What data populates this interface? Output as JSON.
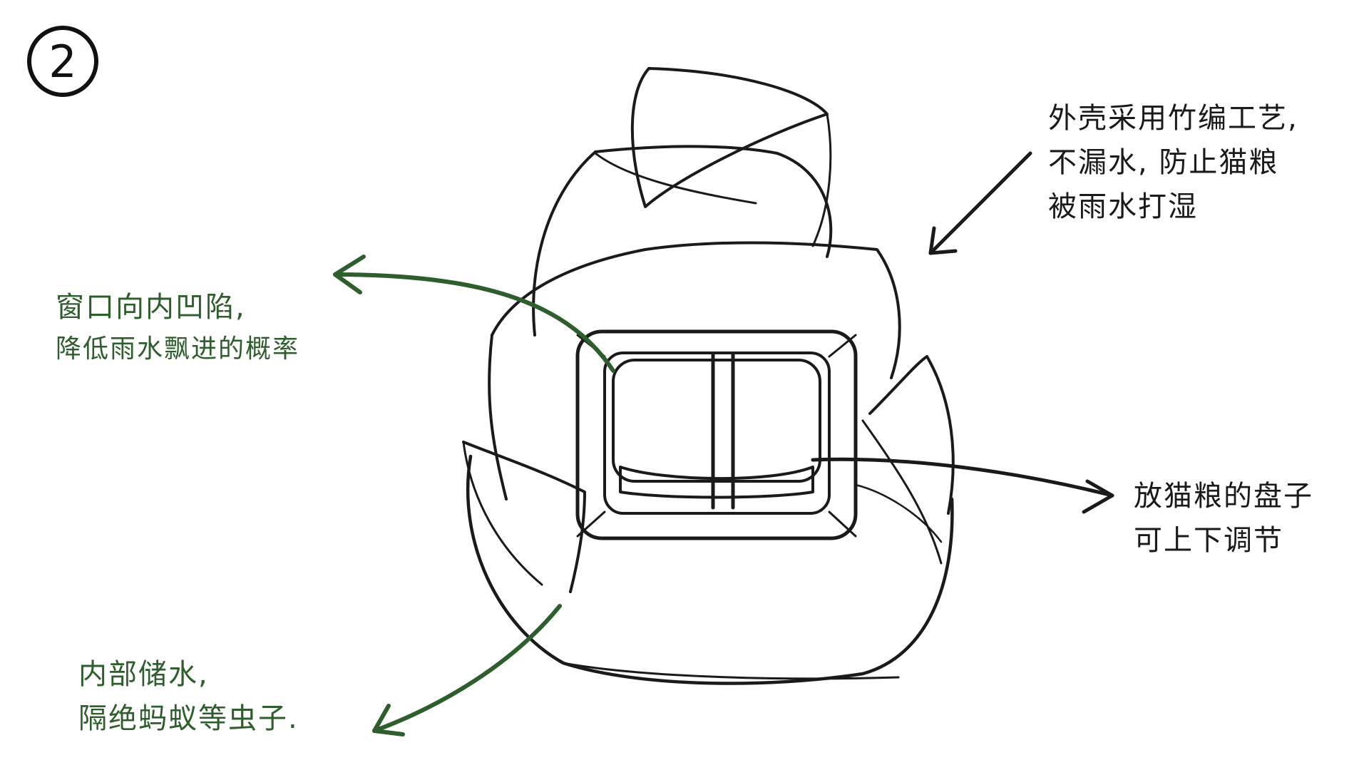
{
  "step_number": "2",
  "annotations": {
    "shell": [
      "外壳采用竹编工艺,",
      "不漏水, 防止猫粮",
      "被雨水打湿"
    ],
    "window": [
      "窗口向内凹陷,",
      "降低雨水飘进的概率"
    ],
    "tray": [
      "放猫粮的盘子",
      "可上下调节"
    ],
    "base": [
      "内部储水,",
      "隔绝蚂蚁等虫子."
    ]
  },
  "colors": {
    "sketch_ink": "#1a1a1a",
    "green_ink": "#2e5e2c",
    "paper": "#ffffff"
  }
}
